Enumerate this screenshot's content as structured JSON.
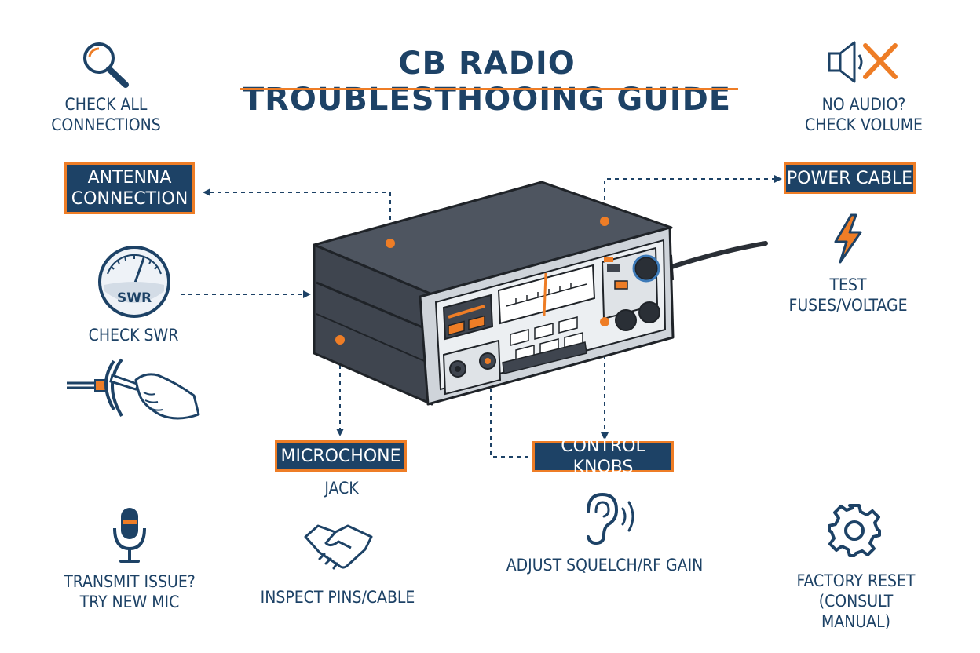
{
  "title": "CB RADIO TROUBLESTHOOING GUIDE",
  "colors": {
    "navy": "#1d4266",
    "orange": "#ee7d26",
    "body": "#4a5563"
  },
  "tips": {
    "connections": {
      "icon": "magnifier-icon",
      "line1": "CHECK ALL",
      "line2": "CONNECTIONS"
    },
    "audio": {
      "icon": "speaker-mute-icon",
      "line1": "NO AUDIO?",
      "line2": "CHECK VOLUME"
    },
    "swr": {
      "icon": "swr-meter-icon",
      "meter_label": "SWR",
      "label": "CHECK SWR"
    },
    "fuses": {
      "icon": "lightning-icon",
      "line1": "TEST",
      "line2": "FUSES/VOLTAGE"
    },
    "mic": {
      "icon": "microphone-icon",
      "line1": "TRANSMIT ISSUE?",
      "line2": "TRY NEW MIC"
    },
    "pins": {
      "icon": "handshake-icon",
      "label": "INSPECT PINS/CABLE"
    },
    "squelch": {
      "icon": "ear-icon",
      "label": "ADJUST SQUELCH/RF GAIN"
    },
    "reset": {
      "icon": "gear-icon",
      "line1": "FACTORY RESET",
      "line2": "(CONSULT MANUAL)"
    }
  },
  "callouts": {
    "antenna": {
      "line1": "ANTENNA",
      "line2": "CONNECTION"
    },
    "power": {
      "label": "POWER CABLE"
    },
    "microphone": {
      "label": "MICROCHONE",
      "sub": "JACK"
    },
    "knobs": {
      "label": "CONTROL KNOBS"
    }
  }
}
